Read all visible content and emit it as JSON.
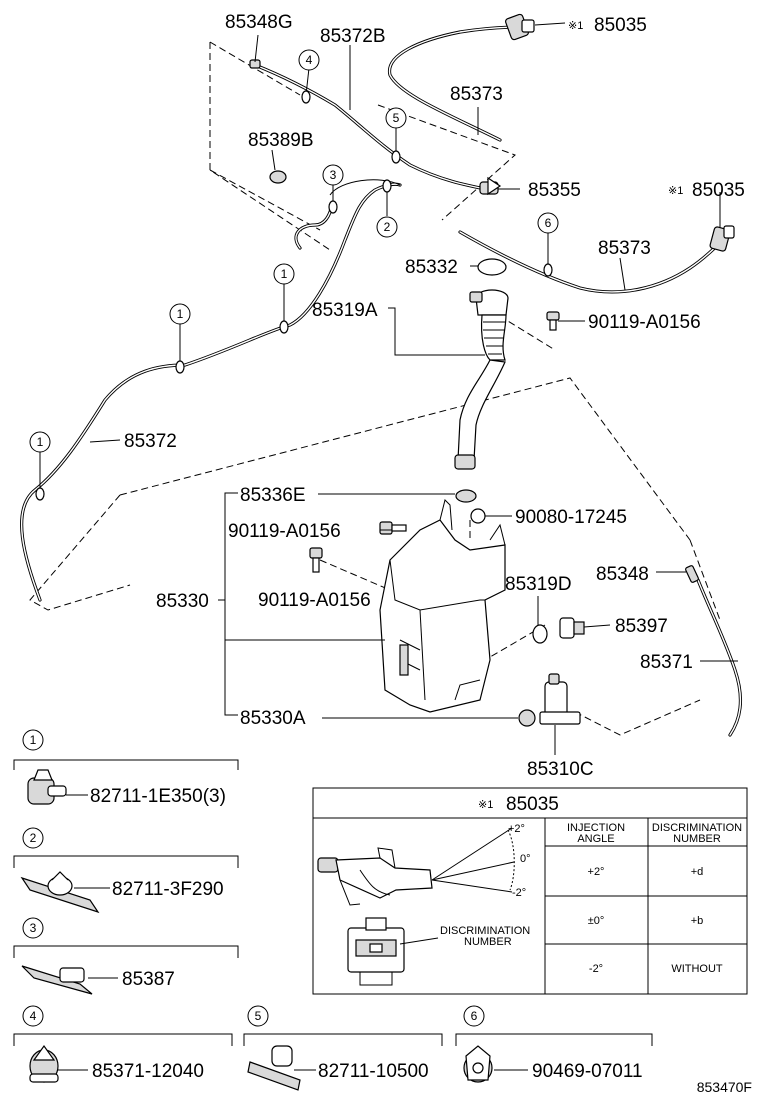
{
  "parts": {
    "p85348G": "85348G",
    "p85372B": "85372B",
    "p85035_top": "85035",
    "p85373_top": "85373",
    "p85389B": "85389B",
    "p85355": "85355",
    "p85035_right": "85035",
    "p85373_right": "85373",
    "p85332": "85332",
    "p85319A": "85319A",
    "p90119_top": "90119-A0156",
    "p85372": "85372",
    "p85336E": "85336E",
    "p90080": "90080-17245",
    "p90119_mid": "90119-A0156",
    "p90119_low": "90119-A0156",
    "p85330": "85330",
    "p85319D": "85319D",
    "p85348": "85348",
    "p85397": "85397",
    "p85371": "85371",
    "p85330A": "85330A",
    "p85310C": "85310C"
  },
  "note_mark": "※1",
  "callouts": [
    "1",
    "2",
    "3",
    "4",
    "5",
    "6"
  ],
  "legend": [
    {
      "num": "1",
      "part": "82711-1E350(3)"
    },
    {
      "num": "2",
      "part": "82711-3F290"
    },
    {
      "num": "3",
      "part": "85387"
    },
    {
      "num": "4",
      "part": "85371-12040"
    },
    {
      "num": "5",
      "part": "82711-10500"
    },
    {
      "num": "6",
      "part": "90469-07011"
    }
  ],
  "detail_box": {
    "title_mark": "※1",
    "title_part": "85035",
    "angle_plus": "+2°",
    "angle_zero": "0°",
    "angle_minus": "-2°",
    "disc_label_1": "DISCRIMINATION",
    "disc_label_2": "NUMBER",
    "col1_header_1": "INJECTION",
    "col1_header_2": "ANGLE",
    "col2_header_1": "DISCRIMINATION",
    "col2_header_2": "NUMBER",
    "rows": [
      {
        "angle": "+2°",
        "disc": "+d"
      },
      {
        "angle": "±0°",
        "disc": "+b"
      },
      {
        "angle": "-2°",
        "disc": "WITHOUT"
      }
    ]
  },
  "drawing_id": "853470F"
}
